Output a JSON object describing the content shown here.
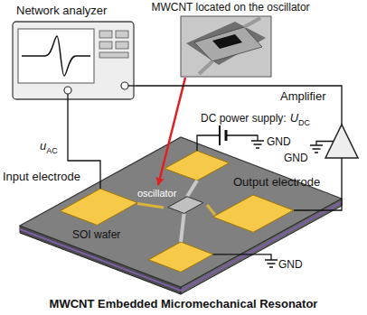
{
  "diagram": {
    "caption": "MWCNT Embedded Micromechanical Resonator",
    "nodes": [
      {
        "text": [
          "Network analyzer"
        ]
      },
      {
        "text": [
          "MWCNT located on the oscillator"
        ]
      },
      {
        "text": [
          "Amplifier"
        ]
      },
      {
        "text": [
          "SOI wafer"
        ]
      },
      {
        "text": [
          "Input electrode"
        ],
        "in": 3
      },
      {
        "text": [
          "oscillator"
        ],
        "in": 3
      },
      {
        "text": [
          "Output electrode"
        ],
        "in": 3
      }
    ],
    "edges": [
      {
        "from": 0,
        "to": 4,
        "arrow": "none"
      },
      {
        "from": 1,
        "to": 5,
        "arrow": "to"
      },
      {
        "from": 6,
        "to": 2,
        "arrow": "none"
      },
      {
        "from": 2,
        "to": 0,
        "arrow": "none"
      }
    ],
    "labels": [
      "DC power supply:",
      "U",
      "DC",
      "GND",
      "u",
      "AC",
      "GND",
      "GND"
    ]
  }
}
